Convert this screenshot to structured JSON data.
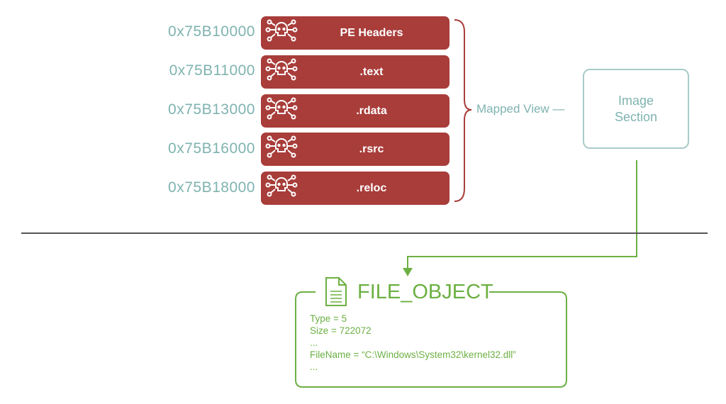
{
  "sections": [
    {
      "address": "0x75B10000",
      "name": "PE Headers"
    },
    {
      "address": "0x75B11000",
      "name": ".text"
    },
    {
      "address": "0x75B13000",
      "name": ".rdata"
    },
    {
      "address": "0x75B16000",
      "name": ".rsrc"
    },
    {
      "address": "0x75B18000",
      "name": ".reloc"
    }
  ],
  "mapped_view_label": "Mapped View —",
  "image_section": {
    "line1": "Image",
    "line2": "Section"
  },
  "file_object": {
    "title": "FILE_OBJECT",
    "lines": [
      "Type = 5",
      "Size = 722072",
      "...",
      "FileName = “C:\\Windows\\System32\\kernel32.dll”",
      "..."
    ]
  },
  "colors": {
    "section_fill": "#a83d3a",
    "teal": "#7fb3b0",
    "green": "#6cb043",
    "divider": "#555555"
  },
  "icons": {
    "section_icon": "skull-circuit-icon",
    "file_icon": "document-icon"
  }
}
